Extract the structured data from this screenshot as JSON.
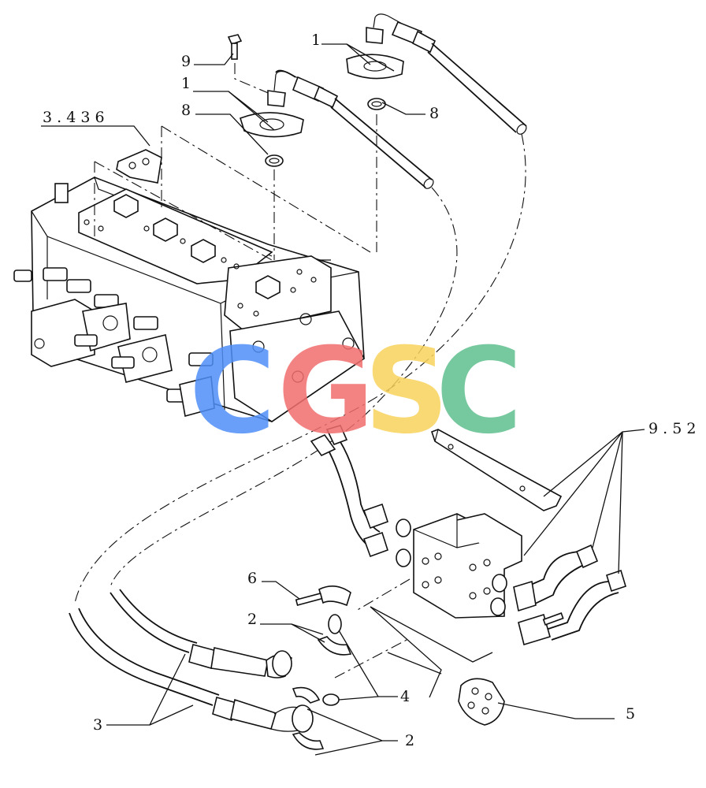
{
  "labels": {
    "ref_valve": "3 . 4 3 6",
    "ref_block": "9 . 5 2",
    "part_1a": "1",
    "part_1b": "1",
    "part_2a": "2",
    "part_2b": "2",
    "part_3": "3",
    "part_4": "4",
    "part_5": "5",
    "part_6": "6",
    "part_8a": "8",
    "part_8b": "8",
    "part_9": "9"
  },
  "watermark": {
    "letters": [
      "C",
      "G",
      "S",
      "C"
    ],
    "colors": [
      "#4f8ff7",
      "#f26d6d",
      "#f9d35b",
      "#5fbf8e"
    ]
  }
}
